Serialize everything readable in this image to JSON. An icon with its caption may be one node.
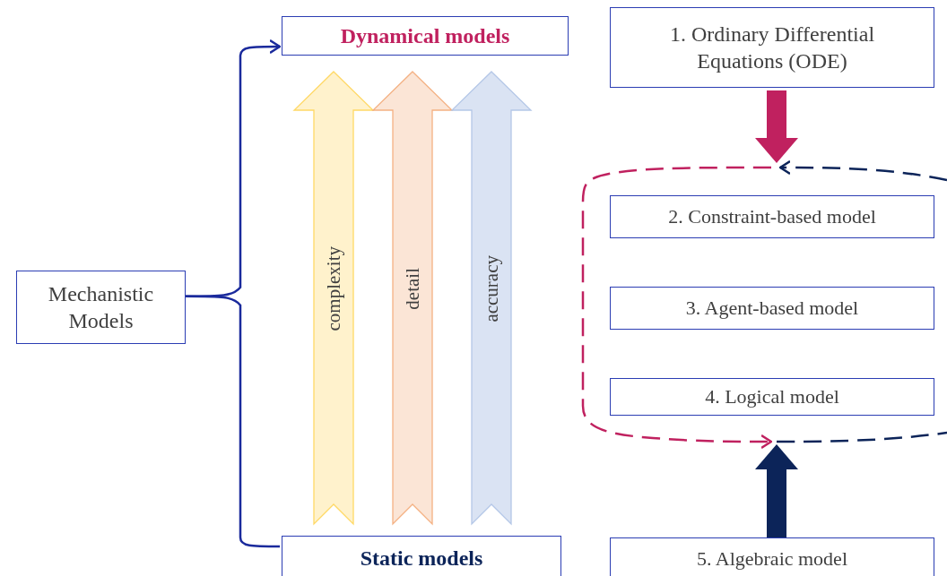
{
  "diagram": {
    "nodes": [
      {
        "text": [
          "Mechanistic Models"
        ]
      },
      {
        "text": [
          "Dynamical models"
        ]
      },
      {
        "text": [
          "Static models"
        ]
      },
      {
        "text": [
          "complexity"
        ]
      },
      {
        "text": [
          "detail"
        ]
      },
      {
        "text": [
          "accuracy"
        ]
      },
      {
        "text": [
          "1. Ordinary Differential Equations (ODE)"
        ]
      },
      {
        "text": [],
        "shape": "loop"
      },
      {
        "text": [
          "2. Constraint-based model"
        ],
        "in": 7
      },
      {
        "text": [
          "3. Agent-based model"
        ],
        "in": 7
      },
      {
        "text": [
          "4. Logical model"
        ],
        "in": 7
      },
      {
        "text": [
          "5. Algebraic model"
        ]
      }
    ],
    "edges": [
      {
        "from": 0,
        "to": 1,
        "arrow": "to"
      },
      {
        "from": 0,
        "to": 2,
        "arrow": "none"
      },
      {
        "from": 6,
        "to": 7,
        "arrow": "to",
        "style": "thick",
        "color": "#c0215f"
      },
      {
        "from": 11,
        "to": 7,
        "arrow": "to",
        "style": "thick",
        "color": "#0c2459"
      }
    ]
  }
}
